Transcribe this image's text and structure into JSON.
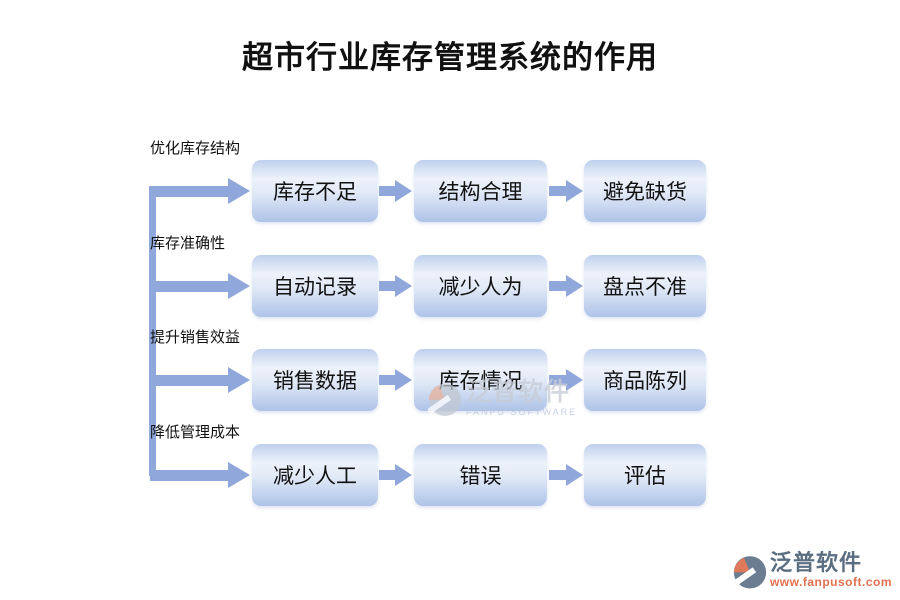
{
  "title": "超市行业库存管理系统的作用",
  "rows": [
    {
      "label": "优化库存结构",
      "boxes": [
        "库存不足",
        "结构合理",
        "避免缺货"
      ]
    },
    {
      "label": "库存准确性",
      "boxes": [
        "自动记录",
        "减少人为",
        "盘点不准"
      ]
    },
    {
      "label": "提升销售效益",
      "boxes": [
        "销售数据",
        "库存情况",
        "商品陈列"
      ]
    },
    {
      "label": "降低管理成本",
      "boxes": [
        "减少人工",
        "错误",
        "评估"
      ]
    }
  ],
  "watermark": {
    "cn": "泛普软件",
    "en": "FANPU SOFTWARE"
  },
  "logo": {
    "name": "泛普软件",
    "url": "www.fanpusoft.com"
  },
  "colors": {
    "arrow": "#90a7db",
    "box_gradient_top": "#bfd0ed",
    "box_gradient_mid": "#edf2fa",
    "box_gradient_bottom": "#aec3e8",
    "title_text": "#111111",
    "logo_text": "#5c6e81",
    "logo_url": "#e2714f",
    "logo_orange": "#e0795a",
    "logo_gray": "#6b7d90",
    "watermark_text": "#c7ccd6"
  }
}
